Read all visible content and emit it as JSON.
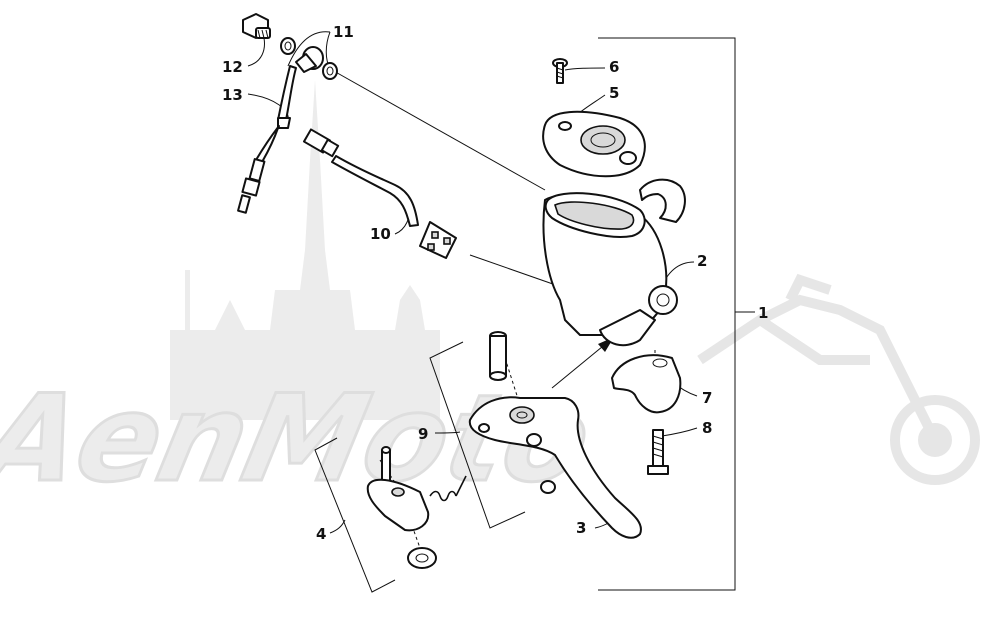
{
  "watermark": {
    "text": "AenMoto"
  },
  "callouts": [
    {
      "id": "c1",
      "label": "1"
    },
    {
      "id": "c2",
      "label": "2"
    },
    {
      "id": "c3",
      "label": "3"
    },
    {
      "id": "c4",
      "label": "4"
    },
    {
      "id": "c5",
      "label": "5"
    },
    {
      "id": "c6",
      "label": "6"
    },
    {
      "id": "c7",
      "label": "7"
    },
    {
      "id": "c8",
      "label": "8"
    },
    {
      "id": "c9",
      "label": "9"
    },
    {
      "id": "c10",
      "label": "10"
    },
    {
      "id": "c11",
      "label": "11"
    },
    {
      "id": "c12",
      "label": "12"
    },
    {
      "id": "c13",
      "label": "13"
    }
  ]
}
